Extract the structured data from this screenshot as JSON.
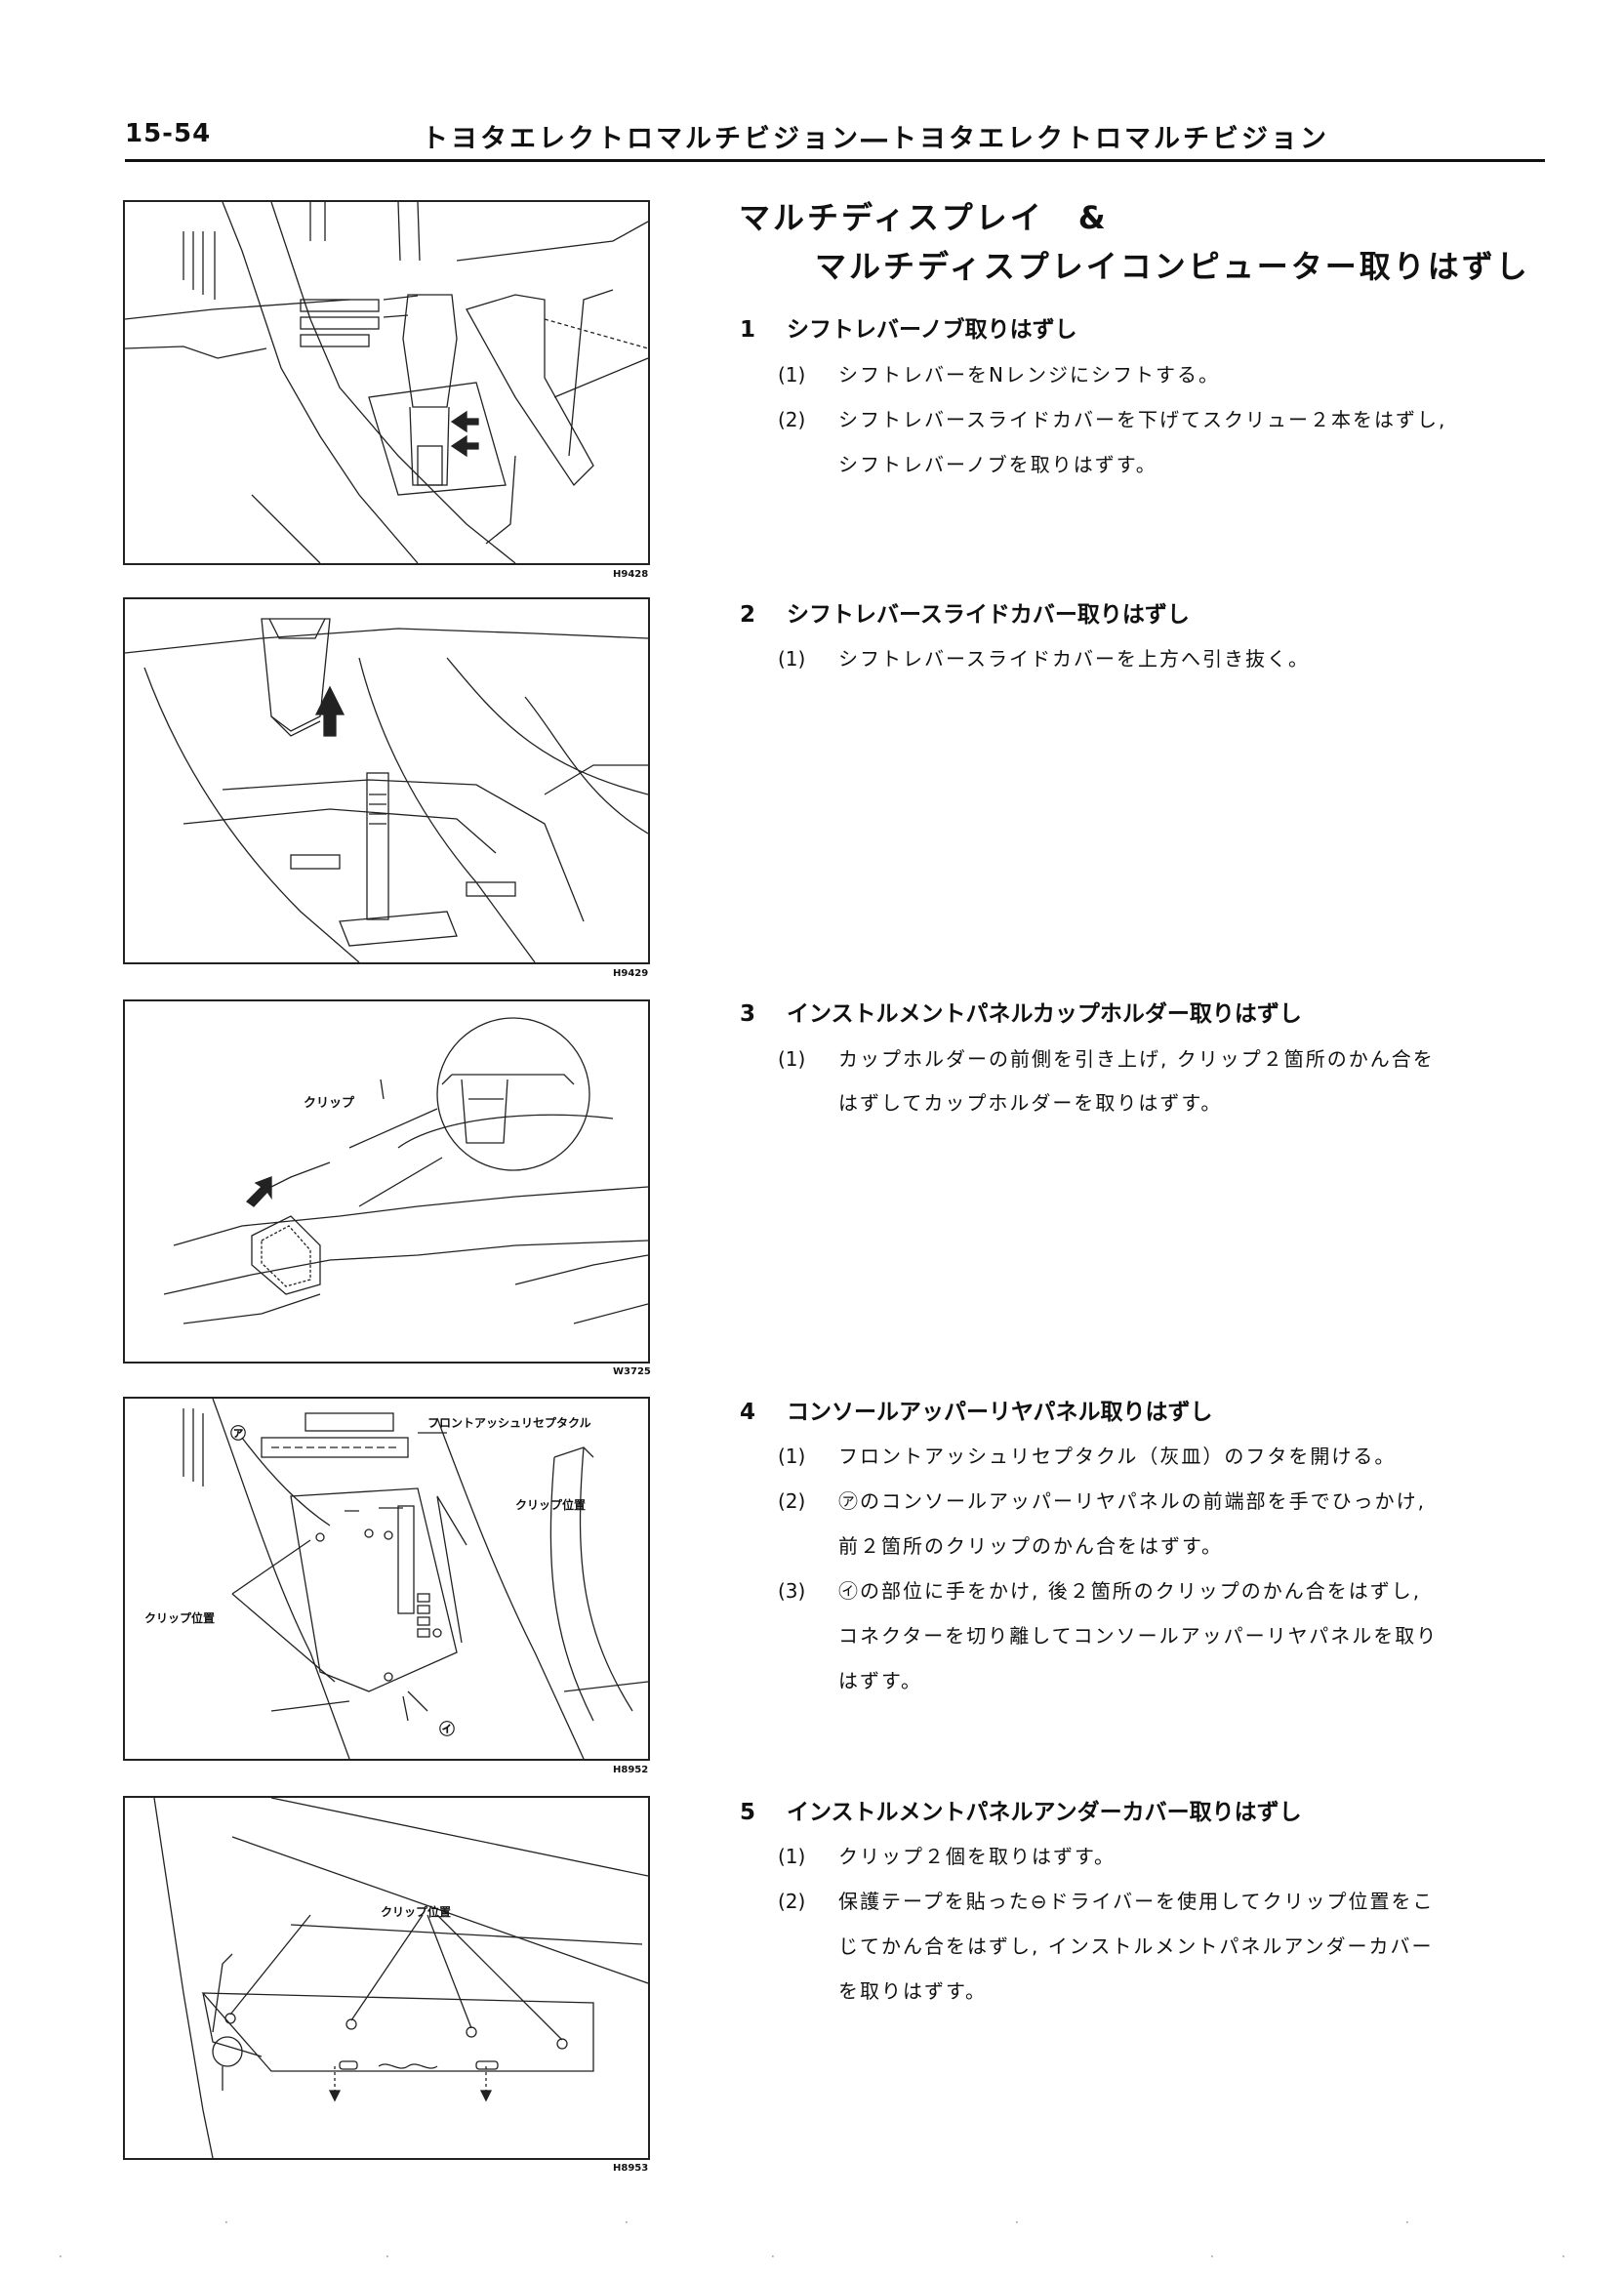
{
  "header": {
    "page": "15-54",
    "title": "トヨタエレクトロマルチビジョン―トヨタエレクトロマルチビジョン"
  },
  "main_title": {
    "line1": "マルチディスプレイ　&",
    "line2": "マルチディスプレイコンピューター取りはずし"
  },
  "figures": [
    {
      "code": "H9428",
      "labels": []
    },
    {
      "code": "H9429",
      "labels": []
    },
    {
      "code": "W3725",
      "labels": [
        "クリップ"
      ]
    },
    {
      "code": "H8952",
      "labels": [
        "㋐",
        "フロントアッシュリセプタクル",
        "クリップ位置",
        "クリップ位置",
        "㋑"
      ]
    },
    {
      "code": "H8953",
      "labels": [
        "クリップ位置"
      ]
    }
  ],
  "steps": [
    {
      "num": "1",
      "title": "シフトレバーノブ取りはずし",
      "subs": [
        {
          "n": "(1)",
          "lines": [
            "シフトレバーをNレンジにシフトする。"
          ]
        },
        {
          "n": "(2)",
          "lines": [
            "シフトレバースライドカバーを下げてスクリュー２本をはずし,",
            "シフトレバーノブを取りはずす。"
          ]
        }
      ]
    },
    {
      "num": "2",
      "title": "シフトレバースライドカバー取りはずし",
      "subs": [
        {
          "n": "(1)",
          "lines": [
            "シフトレバースライドカバーを上方へ引き抜く。"
          ]
        }
      ]
    },
    {
      "num": "3",
      "title": "インストルメントパネルカップホルダー取りはずし",
      "subs": [
        {
          "n": "(1)",
          "lines": [
            "カップホルダーの前側を引き上げ, クリップ２箇所のかん合を",
            "はずしてカップホルダーを取りはずす。"
          ]
        }
      ]
    },
    {
      "num": "4",
      "title": "コンソールアッパーリヤパネル取りはずし",
      "subs": [
        {
          "n": "(1)",
          "lines": [
            "フロントアッシュリセプタクル（灰皿）のフタを開ける。"
          ]
        },
        {
          "n": "(2)",
          "lines": [
            "㋐のコンソールアッパーリヤパネルの前端部を手でひっかけ,",
            "前２箇所のクリップのかん合をはずす。"
          ]
        },
        {
          "n": "(3)",
          "lines": [
            "㋑の部位に手をかけ, 後２箇所のクリップのかん合をはずし,",
            "コネクターを切り離してコンソールアッパーリヤパネルを取り",
            "はずす。"
          ]
        }
      ]
    },
    {
      "num": "5",
      "title": "インストルメントパネルアンダーカバー取りはずし",
      "subs": [
        {
          "n": "(1)",
          "lines": [
            "クリップ２個を取りはずす。"
          ]
        },
        {
          "n": "(2)",
          "lines": [
            "保護テープを貼った⊖ドライバーを使用してクリップ位置をこ",
            "じてかん合をはずし, インストルメントパネルアンダーカバー",
            "を取りはずす。"
          ]
        }
      ]
    }
  ]
}
